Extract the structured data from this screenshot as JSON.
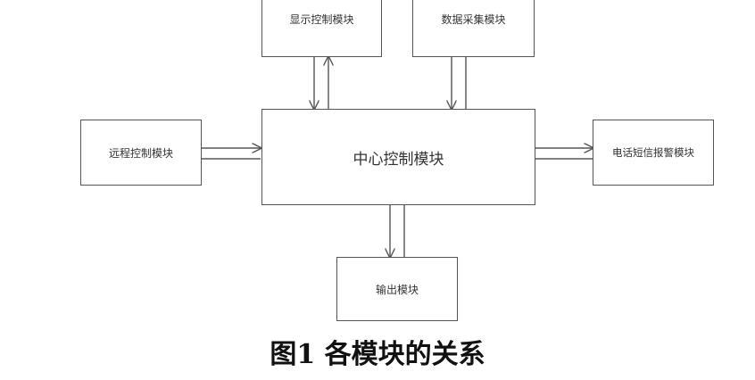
{
  "modules": {
    "display": "显示控制模块",
    "data_collection": "数据采集模块",
    "remote": "远程控制模块",
    "center": "中心控制模块",
    "alarm": "电话短信报警模块",
    "output": "输出模块"
  },
  "caption": "图1  各模块的关系",
  "colors": {
    "stroke": "#555555",
    "text": "#333333",
    "caption": "#111111"
  }
}
